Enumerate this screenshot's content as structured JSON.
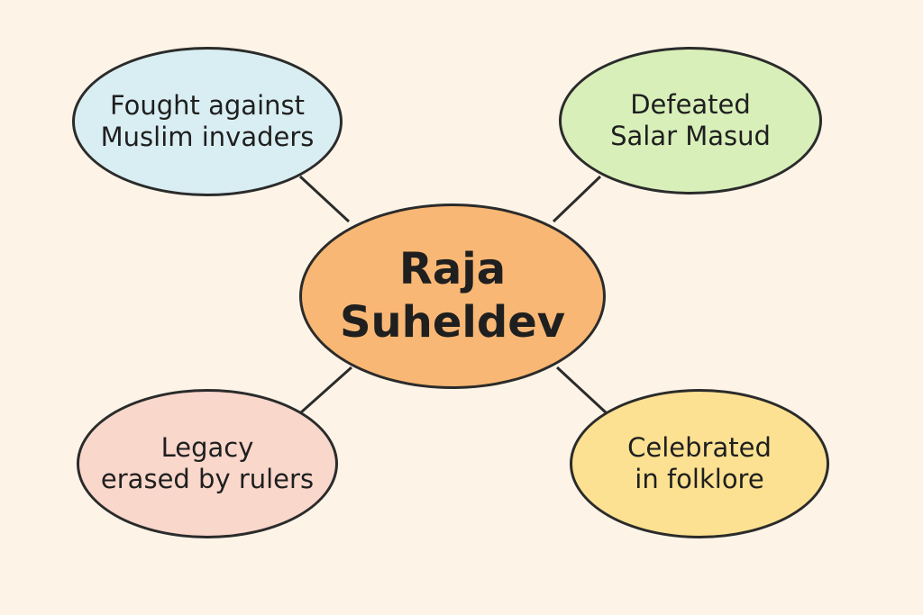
{
  "center": {
    "lines": [
      "Raja",
      "Suheldev"
    ],
    "color": "#f8b774"
  },
  "nodes": [
    {
      "id": "fought",
      "lines": [
        "Fought against",
        "Muslim invaders"
      ],
      "color": "#d9eef2"
    },
    {
      "id": "defeated",
      "lines": [
        "Defeated",
        "Salar Masud"
      ],
      "color": "#d8efb9"
    },
    {
      "id": "legacy",
      "lines": [
        "Legacy",
        "erased by rulers"
      ],
      "color": "#f9d7cb"
    },
    {
      "id": "celebrated",
      "lines": [
        "Celebrated",
        "in folklore"
      ],
      "color": "#fbe191"
    }
  ],
  "colors": {
    "background": "#fdf4e7",
    "outline": "#2b2b2b"
  }
}
